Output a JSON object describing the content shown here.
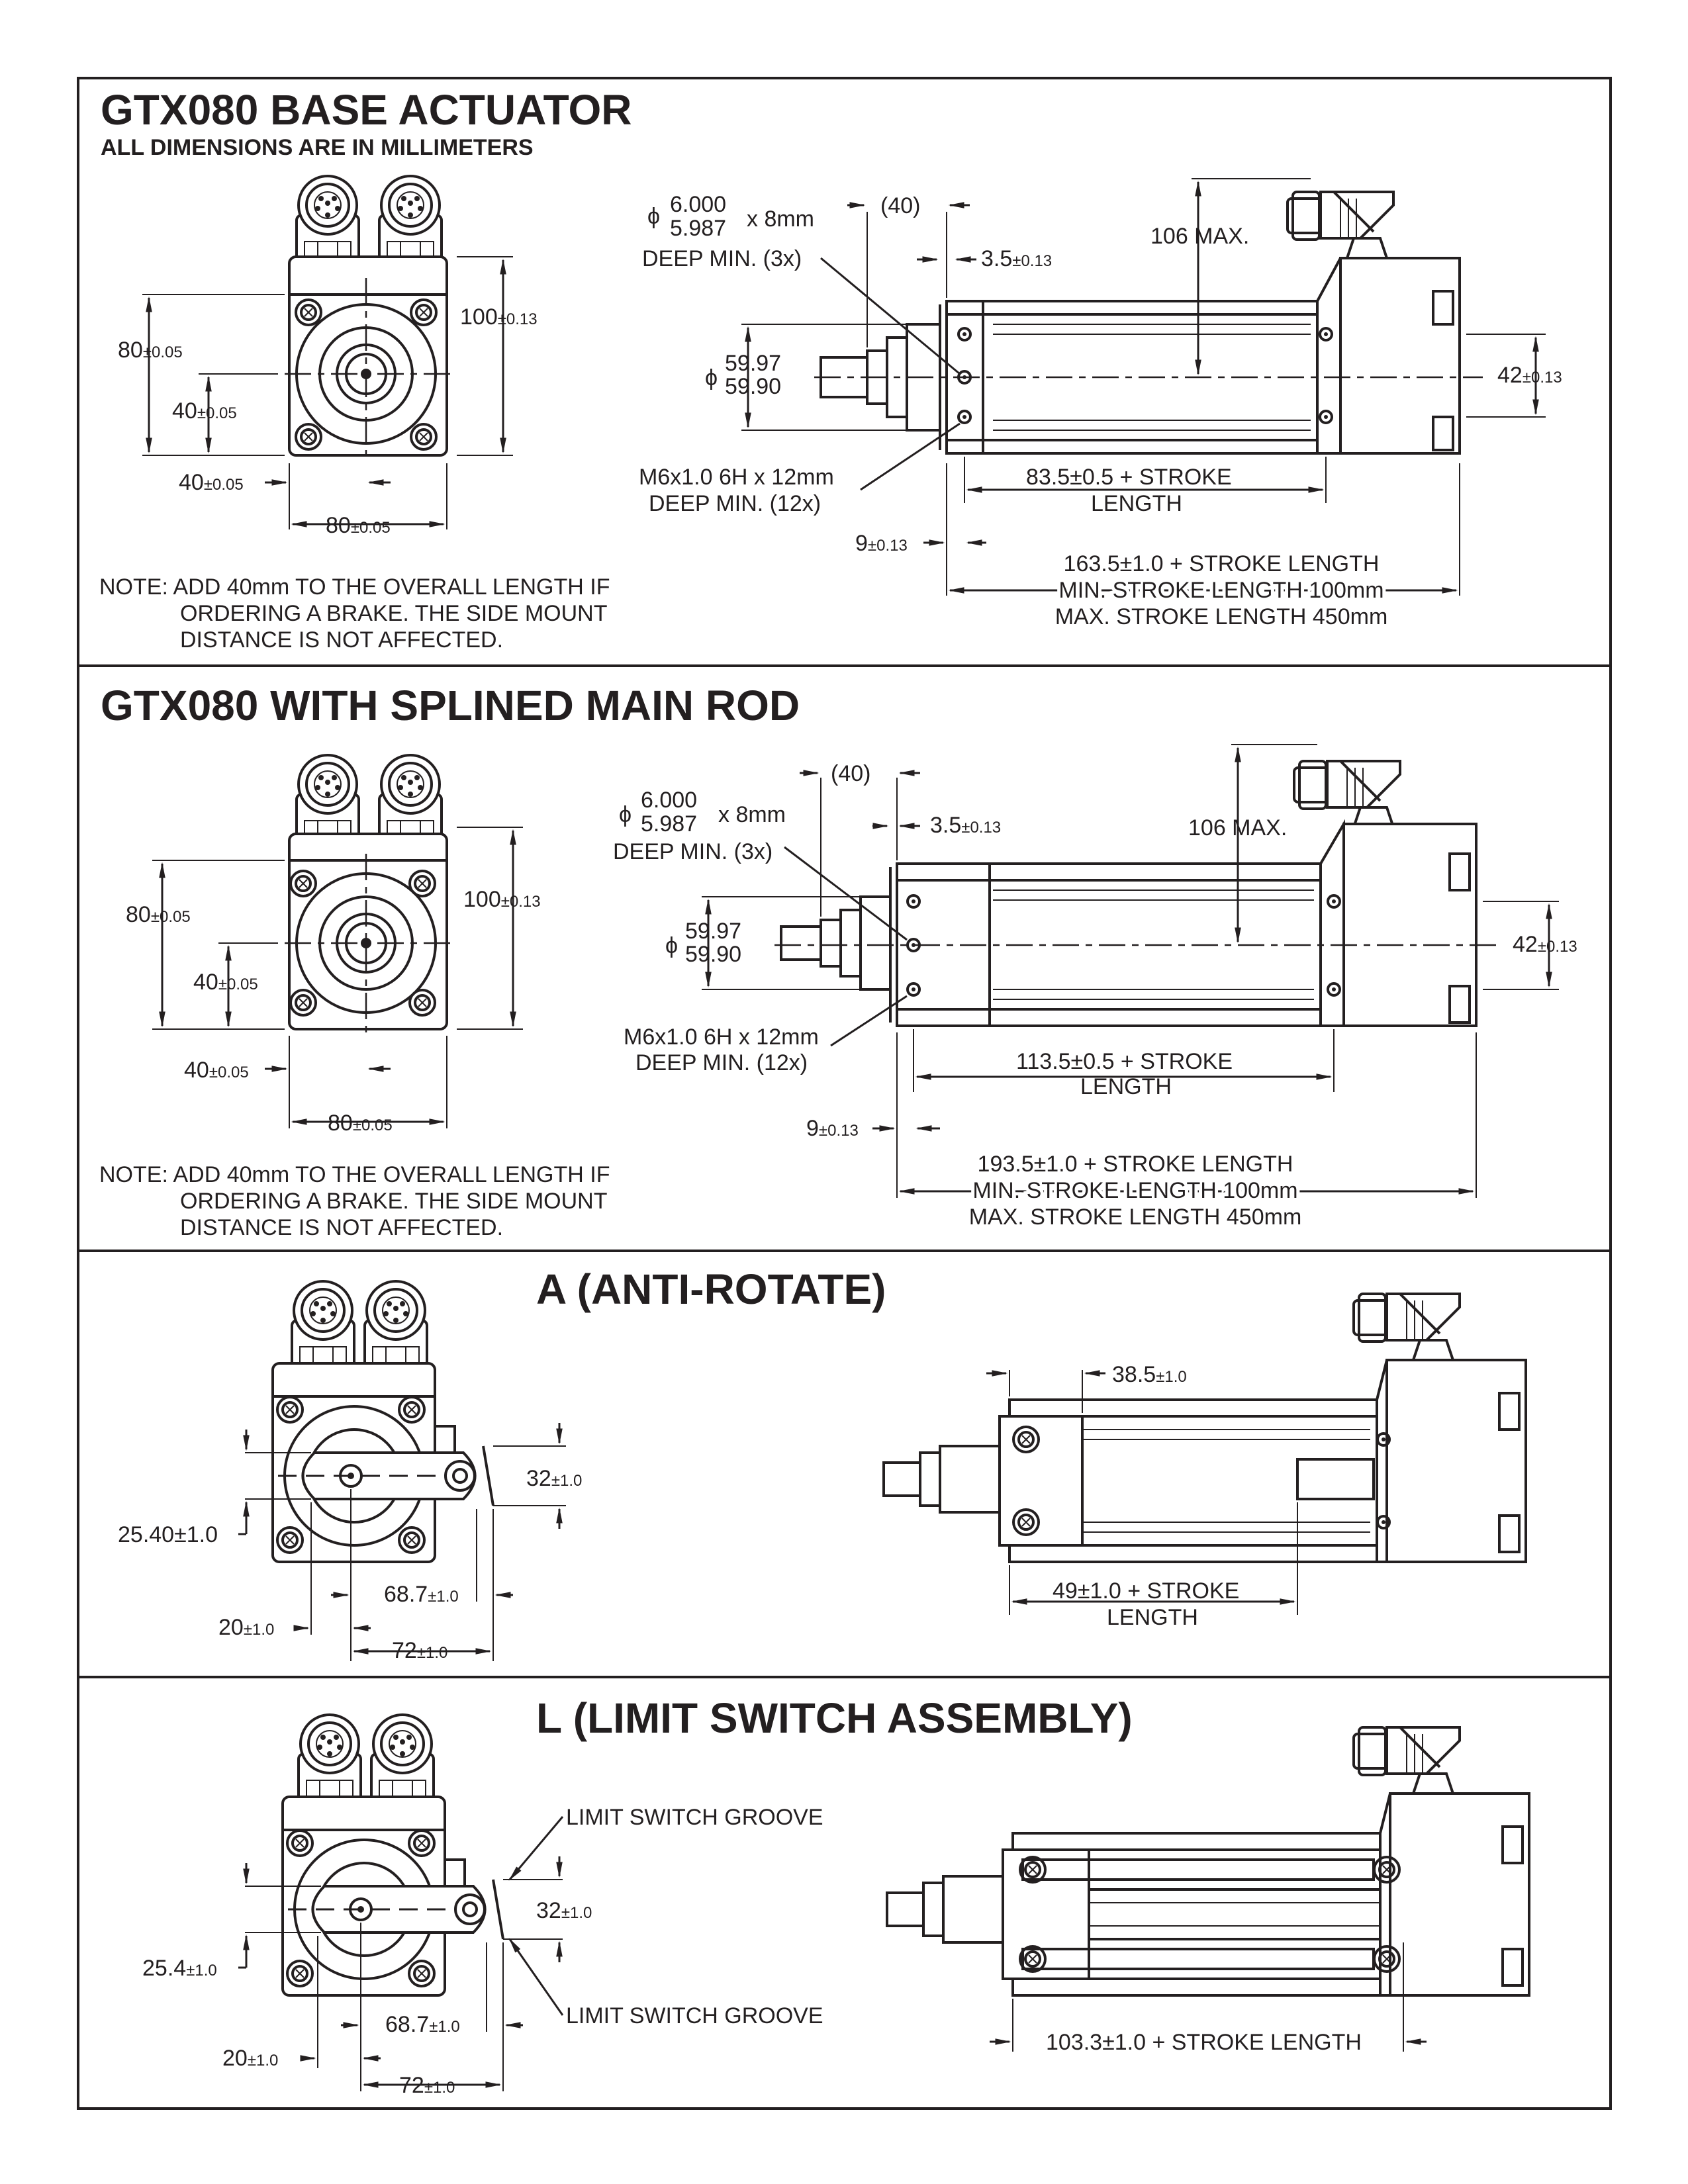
{
  "sections": {
    "base": {
      "title": "GTX080 BASE ACTUATOR",
      "subtitle": "ALL DIMENSIONS ARE IN MILLIMETERS",
      "end": {
        "d80": "80",
        "d80_tol": "±0.05",
        "d40v": "40",
        "d40v_tol": "±0.05",
        "d100": "100",
        "d100_tol": "±0.13",
        "d40h": "40",
        "d40h_tol": "±0.05",
        "d80h": "80",
        "d80h_tol": "±0.05"
      },
      "side": {
        "hole_dia_top": "6.000",
        "hole_dia_bot": "5.987",
        "hole_depth": "x 8mm",
        "hole_note": "DEEP MIN. (3x)",
        "ref40": "(40)",
        "d35": "3.5",
        "d35_tol": "±0.13",
        "max106": "106 MAX.",
        "pilot_top": "59.97",
        "pilot_bot": "59.90",
        "d42": "42",
        "d42_tol": "±0.13",
        "thread1": "M6x1.0 6H x 12mm",
        "thread2": "DEEP MIN. (12x)",
        "mount1": "83.5±0.5 + STROKE",
        "mount2": "LENGTH",
        "d9": "9",
        "d9_tol": "±0.13",
        "overall1": "163.5±1.0 + STROKE LENGTH",
        "overall2": "MIN. STROKE LENGTH 100mm",
        "overall3": "MAX. STROKE LENGTH 450mm"
      },
      "note1": "NOTE: ADD 40mm TO THE OVERALL LENGTH IF",
      "note2": "ORDERING A BRAKE. THE SIDE MOUNT",
      "note3": "DISTANCE IS NOT AFFECTED."
    },
    "splined": {
      "title": "GTX080 WITH SPLINED MAIN ROD",
      "end": {
        "d80": "80",
        "d80_tol": "±0.05",
        "d40v": "40",
        "d40v_tol": "±0.05",
        "d100": "100",
        "d100_tol": "±0.13",
        "d40h": "40",
        "d40h_tol": "±0.05",
        "d80h": "80",
        "d80h_tol": "±0.05"
      },
      "side": {
        "hole_dia_top": "6.000",
        "hole_dia_bot": "5.987",
        "hole_depth": "x 8mm",
        "hole_note": "DEEP MIN. (3x)",
        "ref40": "(40)",
        "d35": "3.5",
        "d35_tol": "±0.13",
        "max106": "106 MAX.",
        "pilot_top": "59.97",
        "pilot_bot": "59.90",
        "d42": "42",
        "d42_tol": "±0.13",
        "thread1": "M6x1.0 6H x 12mm",
        "thread2": "DEEP MIN. (12x)",
        "mount1": "113.5±0.5 + STROKE",
        "mount2": "LENGTH",
        "d9": "9",
        "d9_tol": "±0.13",
        "overall1": "193.5±1.0 + STROKE LENGTH",
        "overall2": "MIN. STROKE LENGTH 100mm",
        "overall3": "MAX. STROKE LENGTH 450mm"
      },
      "note1": "NOTE: ADD 40mm TO THE OVERALL LENGTH IF",
      "note2": "ORDERING A BRAKE. THE SIDE MOUNT",
      "note3": "DISTANCE IS NOT AFFECTED."
    },
    "anti_rotate": {
      "title": "A (ANTI-ROTATE)",
      "d2540": "25.40±1.0",
      "d32": "32",
      "d32_tol": "±1.0",
      "d687": "68.7",
      "d687_tol": "±1.0",
      "d20": "20",
      "d20_tol": "±1.0",
      "d72": "72",
      "d72_tol": "±1.0",
      "d385": "38.5",
      "d385_tol": "±1.0",
      "stroke1": "49±1.0 + STROKE",
      "stroke2": "LENGTH"
    },
    "limit_switch": {
      "title": "L (LIMIT SWITCH ASSEMBLY)",
      "groove_top": "LIMIT SWITCH GROOVE",
      "groove_bot": "LIMIT SWITCH GROOVE",
      "d254": "25.4",
      "d254_tol": "±1.0",
      "d32": "32",
      "d32_tol": "±1.0",
      "d687": "68.7",
      "d687_tol": "±1.0",
      "d20": "20",
      "d20_tol": "±1.0",
      "d72": "72",
      "d72_tol": "±1.0",
      "stroke": "103.3±1.0 + STROKE LENGTH"
    }
  }
}
